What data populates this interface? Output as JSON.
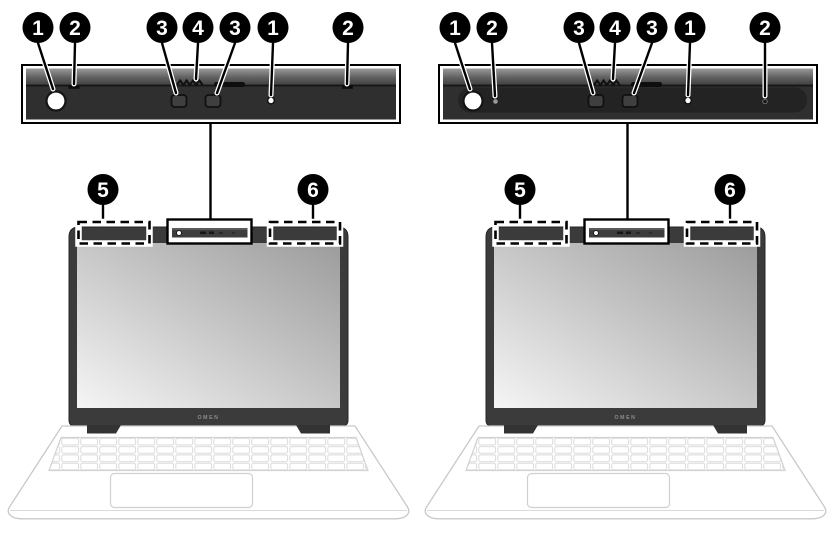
{
  "diagram": {
    "background_color": "#ffffff",
    "callout_style": {
      "fill": "#000000",
      "number_color": "#ffffff"
    },
    "bezel_color": "#2f2f2f",
    "pill_color": "#232323",
    "panels": [
      {
        "id": "left-laptop-variant",
        "mic_marker_style": "dash",
        "bezel_callouts": [
          "1",
          "2",
          "3",
          "4",
          "3",
          "1",
          "2"
        ],
        "display_callouts": [
          "5",
          "6"
        ],
        "laptop_logo": "OMEN"
      },
      {
        "id": "right-laptop-variant",
        "mic_marker_style": "dot",
        "bezel_callouts": [
          "1",
          "2",
          "3",
          "4",
          "3",
          "1",
          "2"
        ],
        "display_callouts": [
          "5",
          "6"
        ],
        "laptop_logo": "OMEN"
      }
    ]
  }
}
